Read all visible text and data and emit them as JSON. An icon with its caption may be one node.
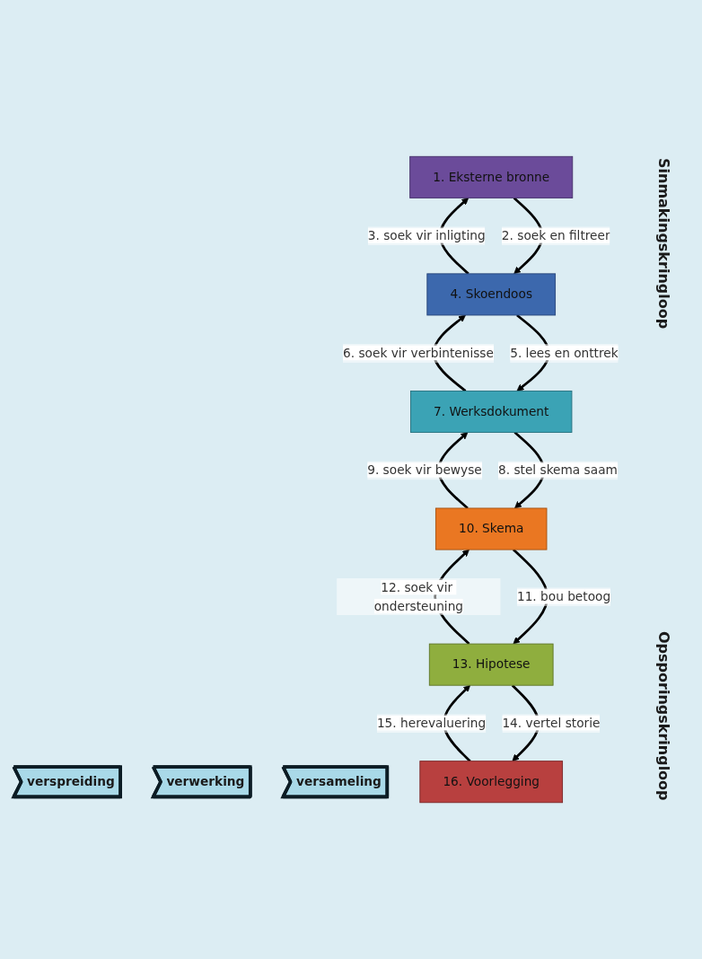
{
  "diagram": {
    "nodes": [
      {
        "text": [
          "verspreiding"
        ]
      },
      {
        "text": [
          "verwerking"
        ]
      },
      {
        "text": [
          "versameling"
        ]
      },
      {
        "text": [
          "16. Voorlegging"
        ]
      },
      {
        "text": [
          "13. Hipotese"
        ]
      },
      {
        "text": [
          "10. Skema"
        ]
      },
      {
        "text": [
          "7. Werksdokument"
        ]
      },
      {
        "text": [
          "4. Skoendoos"
        ]
      },
      {
        "text": [
          "1. Eksterne bronne"
        ]
      }
    ],
    "edges": [
      {
        "from": 8,
        "to": 7,
        "arrow": "to",
        "label": "2. soek en filtreer"
      },
      {
        "from": 7,
        "to": 8,
        "arrow": "to",
        "label": "3. soek vir inligting"
      },
      {
        "from": 7,
        "to": 6,
        "arrow": "to",
        "label": "5. lees en onttrek"
      },
      {
        "from": 6,
        "to": 7,
        "arrow": "to",
        "label": "6. soek vir verbintenisse"
      },
      {
        "from": 6,
        "to": 5,
        "arrow": "to",
        "label": "8. stel skema saam"
      },
      {
        "from": 5,
        "to": 6,
        "arrow": "to",
        "label": "9. soek vir bewyse"
      },
      {
        "from": 5,
        "to": 4,
        "arrow": "to",
        "label": "11. bou betoog"
      },
      {
        "from": 4,
        "to": 5,
        "arrow": "to",
        "label": "12. soek vir ondersteuning"
      },
      {
        "from": 4,
        "to": 3,
        "arrow": "to",
        "label": "14. vertel storie"
      },
      {
        "from": 3,
        "to": 4,
        "arrow": "to",
        "label": "15. herevaluering"
      }
    ],
    "labels": [
      "Sinmakingskringloop",
      "Opsporingskringloop"
    ]
  }
}
